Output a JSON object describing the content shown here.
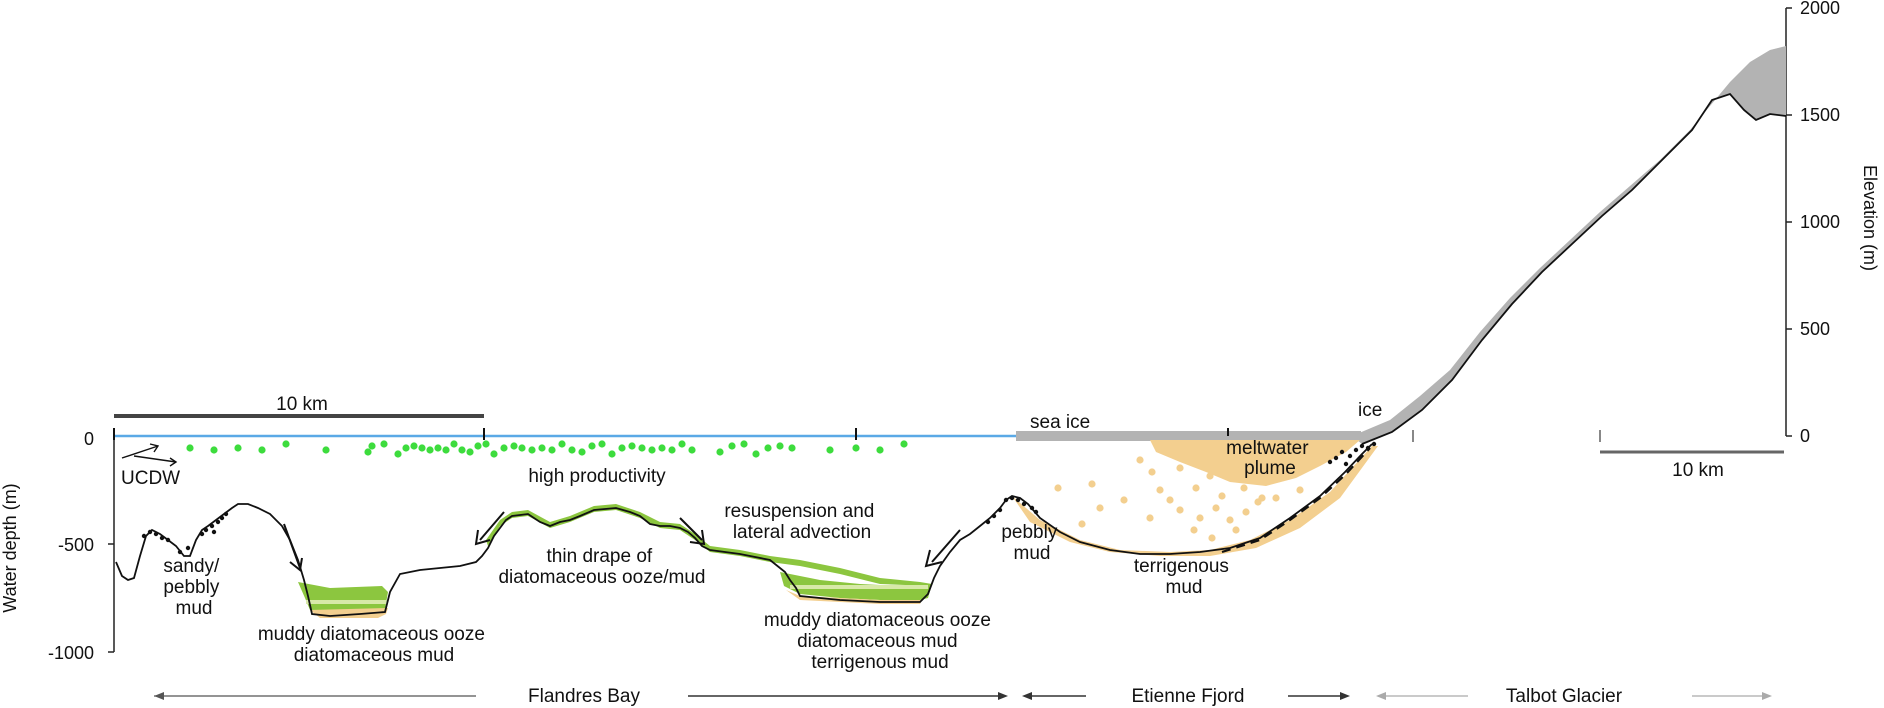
{
  "axes": {
    "left_label": "Water depth (m)",
    "right_label": "Elevation (m)",
    "left_ticks": [
      "0",
      "-500",
      "-1000"
    ],
    "right_ticks": [
      "2000",
      "1500",
      "1000",
      "500",
      "0"
    ]
  },
  "scale_bars": {
    "left": "10 km",
    "right": "10 km"
  },
  "labels": {
    "ucdw": "UCDW",
    "high_productivity": "high productivity",
    "sea_ice": "sea ice",
    "ice": "ice",
    "meltwater_line1": "meltwater",
    "meltwater_line2": "plume",
    "resuspension_line1": "resuspension and",
    "resuspension_line2": "lateral advection",
    "thin_drape_line1": "thin drape of",
    "thin_drape_line2": "diatomaceous ooze/mud",
    "sandy_line1": "sandy/",
    "sandy_line2": "pebbly",
    "sandy_line3": "mud",
    "pebbly_line1": "pebbly",
    "pebbly_line2": "mud",
    "terrigenous_line1": "terrigenous",
    "terrigenous_line2": "mud",
    "basin1_line1": "muddy diatomaceous ooze",
    "basin1_line2": "diatomaceous mud",
    "basin2_line1": "muddy diatomaceous ooze",
    "basin2_line2": "diatomaceous mud",
    "basin2_line3": "terrigenous mud"
  },
  "regions": [
    "Flandres Bay",
    "Etienne Fjord",
    "Talbot Glacier"
  ],
  "colors": {
    "sea_surface": "#5aa9e6",
    "productivity_dots": "#3ddc3d",
    "ooze": "#8cc63f",
    "terrigenous": "#f3cf8f",
    "ice": "#b3b3b3"
  }
}
